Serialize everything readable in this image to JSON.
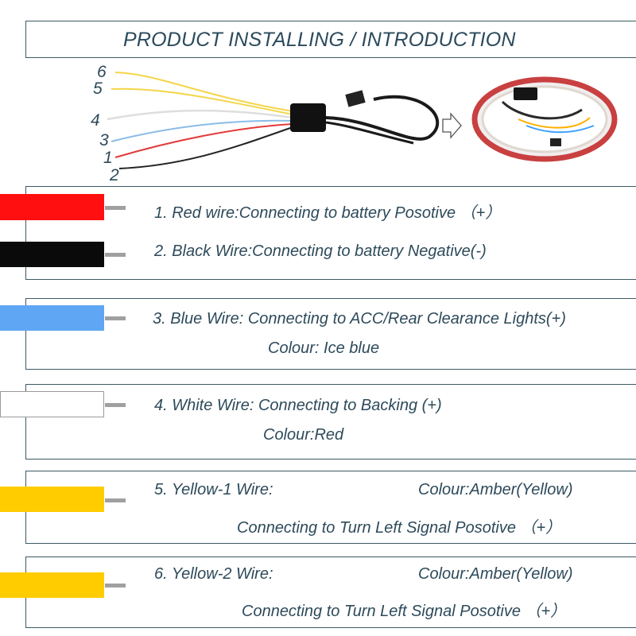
{
  "title": "PRODUCT INSTALLING / INTRODUCTION",
  "wire_numbers": [
    "6",
    "5",
    "4",
    "3",
    "1",
    "2"
  ],
  "items": [
    {
      "color": "#ff0f0f",
      "lines": [
        "1. Red wire:Connecting to battery Posotive （+）"
      ]
    },
    {
      "color": "#0a0a0a",
      "lines": [
        "2. Black Wire:Connecting to battery Negative(-)"
      ]
    },
    {
      "color": "#5fa6f5",
      "lines": [
        "3. Blue Wire: Connecting to ACC/Rear Clearance Lights(+)",
        "Colour: Ice blue"
      ]
    },
    {
      "color": "#ffffff",
      "lines": [
        "4. White Wire: Connecting to Backing (+)",
        "Colour:Red"
      ]
    },
    {
      "color": "#ffcc00",
      "lines": [
        "5. Yellow-1 Wire:",
        "Colour:Amber(Yellow)",
        "Connecting to Turn Left Signal Posotive （+）"
      ]
    },
    {
      "color": "#ffcc00",
      "lines": [
        "6. Yellow-2 Wire:",
        "Colour:Amber(Yellow)",
        "Connecting to Turn Left Signal Posotive （+）"
      ]
    }
  ]
}
